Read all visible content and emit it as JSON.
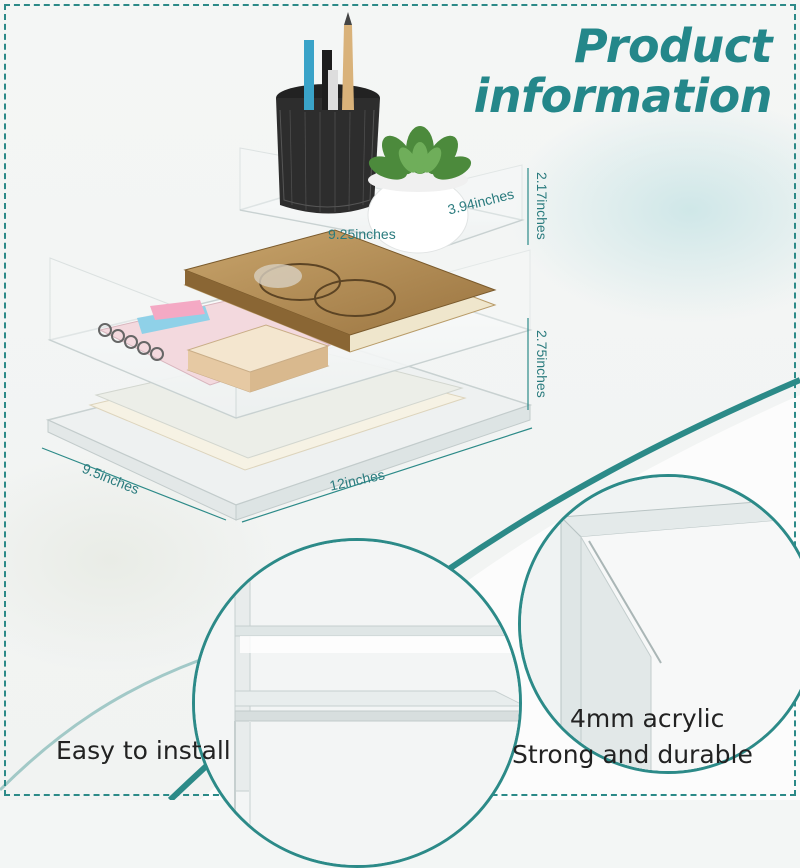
{
  "title": {
    "line1": "Product",
    "line2": "information"
  },
  "dimensions": {
    "top_height": "2.17inches",
    "top_width": "9.25inches",
    "top_depth": "3.94inches",
    "middle_height": "2.75inches",
    "base_depth": "9.5inches",
    "base_width": "12inches"
  },
  "features": {
    "left_caption": "Easy to install",
    "right_caption_line1": "4mm acrylic",
    "right_caption_line2": "Strong and durable"
  },
  "colors": {
    "accent": "#2c8a88",
    "title": "#24878a"
  }
}
